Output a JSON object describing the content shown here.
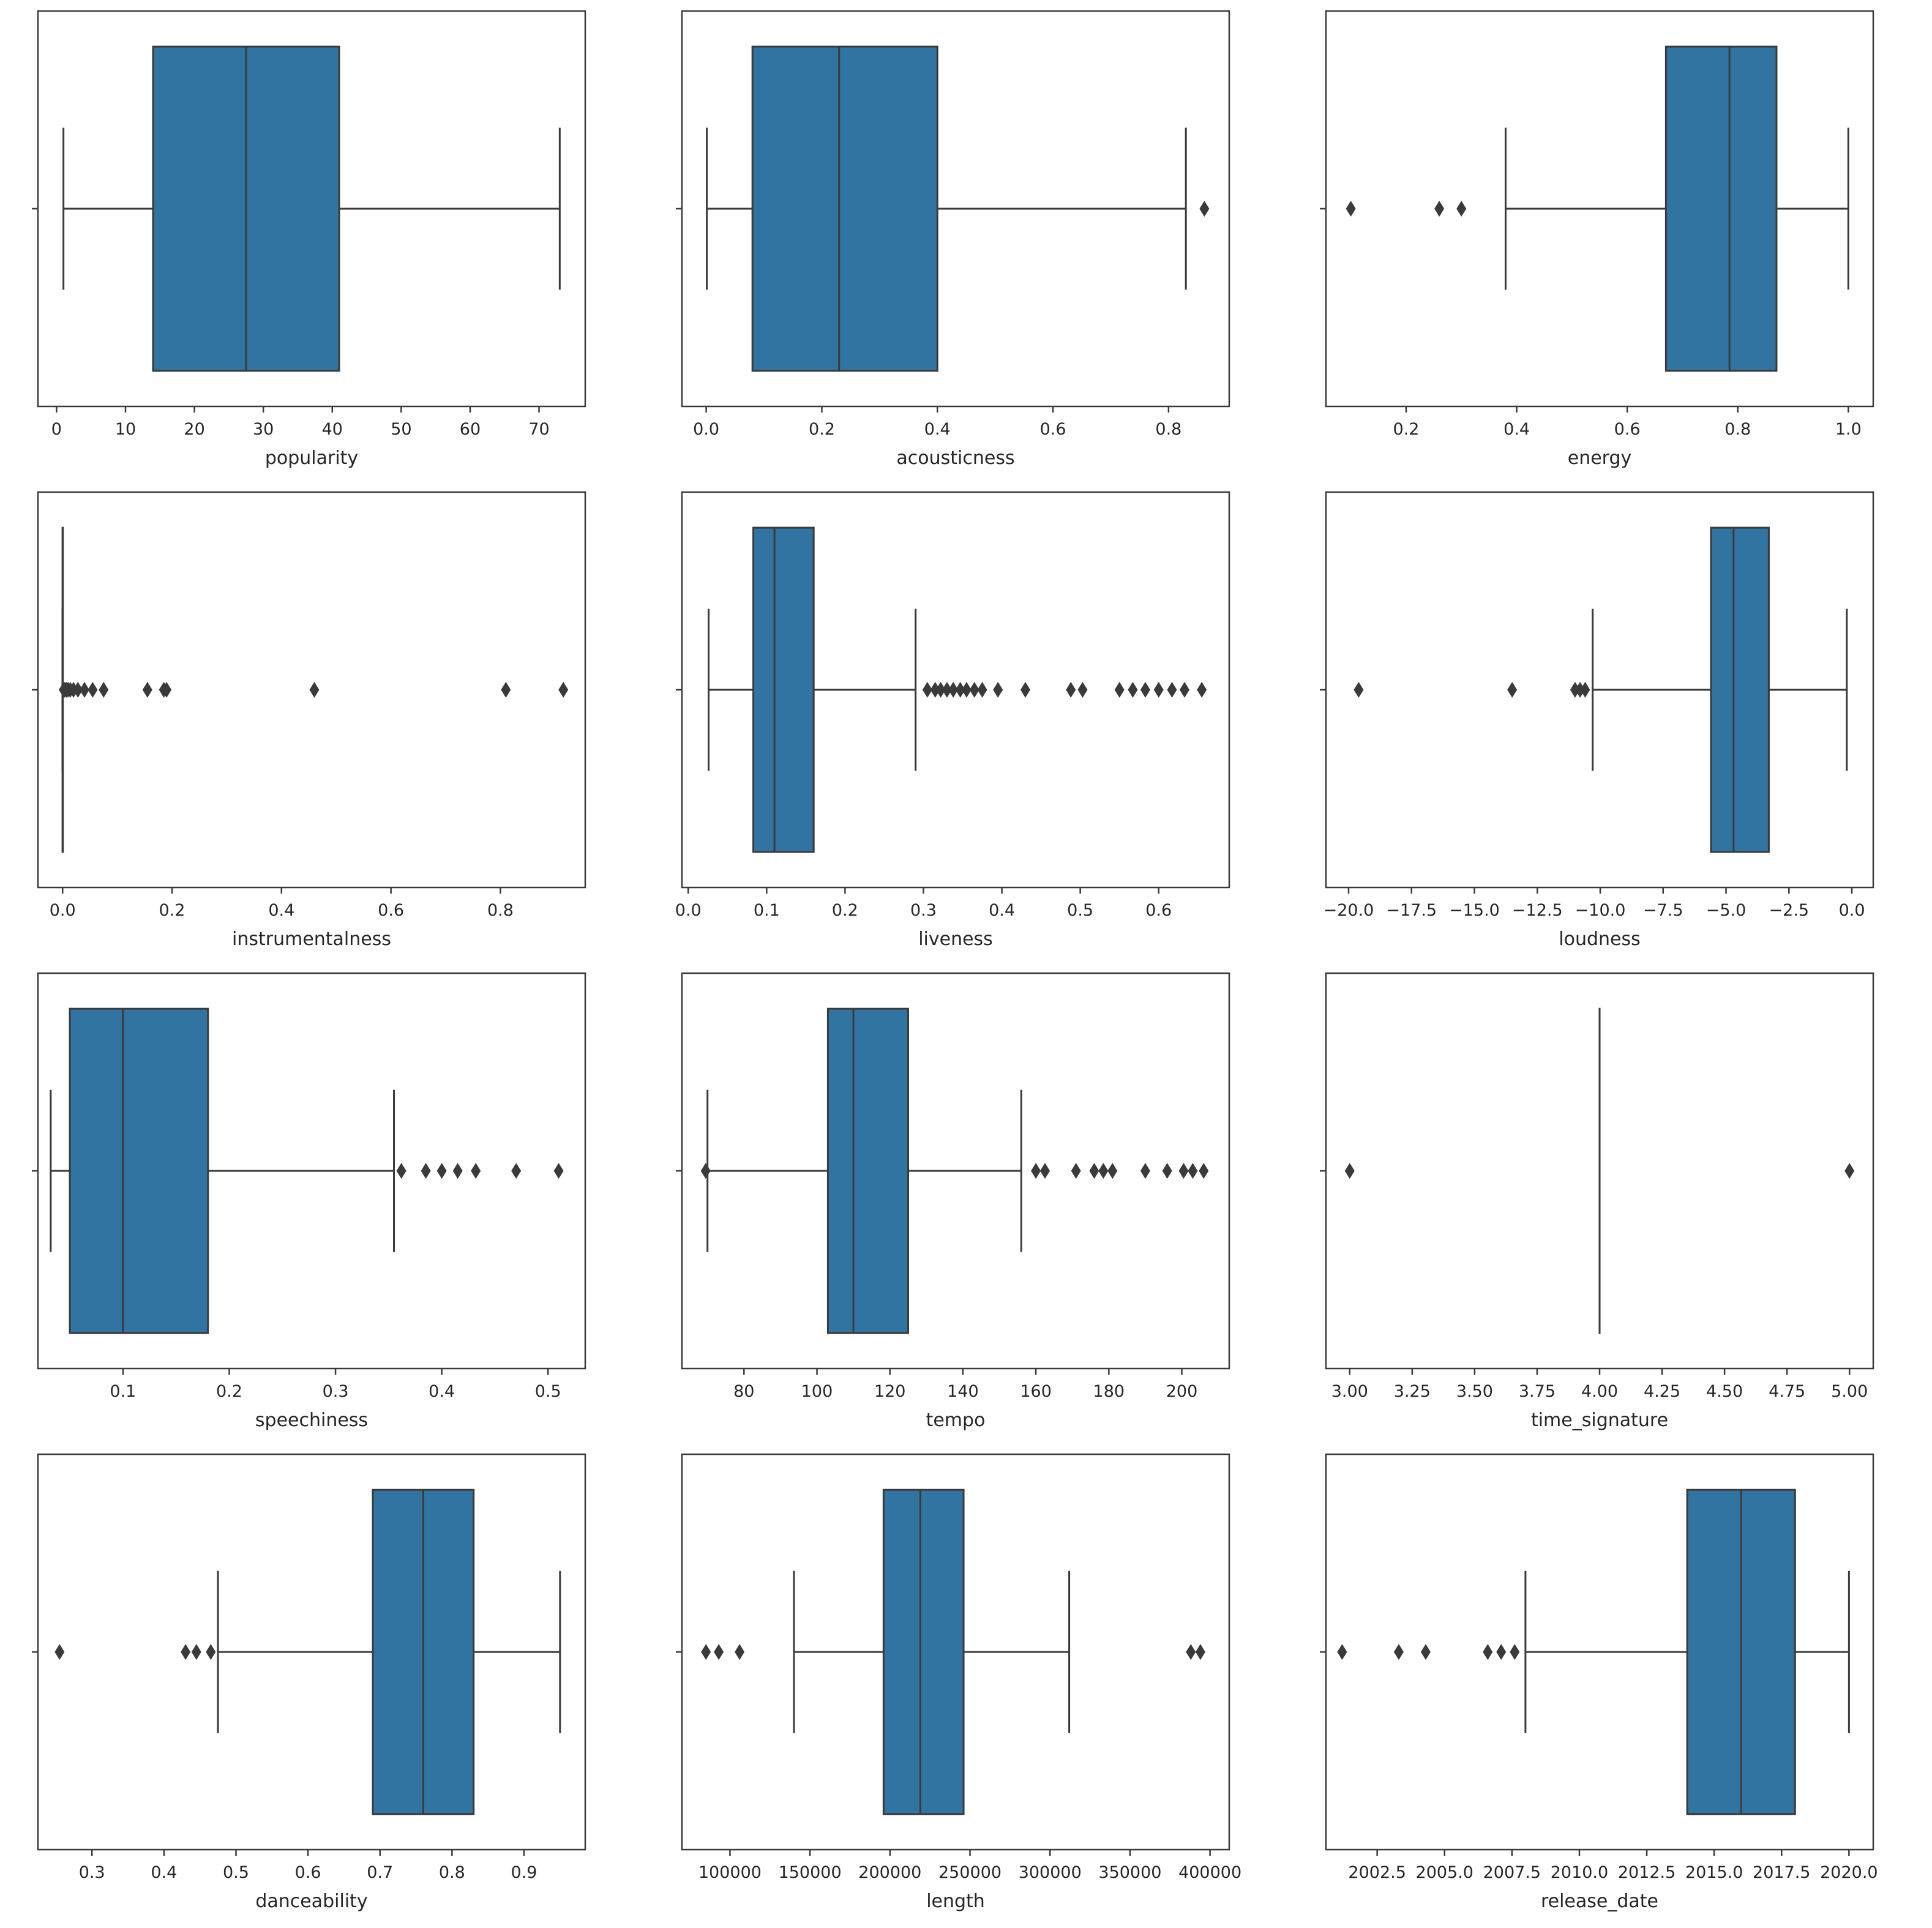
{
  "figure": {
    "rows": 4,
    "cols": 3,
    "box_fill": "#3274A1",
    "line_color": "#3A3A3A",
    "text_color": "#262626",
    "background": "#FFFFFF"
  },
  "chart_data": [
    {
      "type": "box",
      "xlabel": "popularity",
      "xlim": [
        -2.7,
        76.7
      ],
      "tick_values": [
        0,
        10,
        20,
        30,
        40,
        50,
        60,
        70
      ],
      "tick_labels": [
        "0",
        "10",
        "20",
        "30",
        "40",
        "50",
        "60",
        "70"
      ],
      "stats": {
        "whisker_low": 1,
        "q1": 14,
        "median": 27.5,
        "q3": 41,
        "whisker_high": 73
      },
      "outliers": []
    },
    {
      "type": "box",
      "xlabel": "acousticness",
      "xlim": [
        -0.042,
        0.905
      ],
      "tick_values": [
        0.0,
        0.2,
        0.4,
        0.6,
        0.8
      ],
      "tick_labels": [
        "0.0",
        "0.2",
        "0.4",
        "0.6",
        "0.8"
      ],
      "stats": {
        "whisker_low": 0.001,
        "q1": 0.08,
        "median": 0.23,
        "q3": 0.4,
        "whisker_high": 0.83
      },
      "outliers": [
        0.862
      ]
    },
    {
      "type": "box",
      "xlabel": "energy",
      "xlim": [
        0.055,
        1.045
      ],
      "tick_values": [
        0.2,
        0.4,
        0.6,
        0.8,
        1.0
      ],
      "tick_labels": [
        "0.2",
        "0.4",
        "0.6",
        "0.8",
        "1.0"
      ],
      "stats": {
        "whisker_low": 0.38,
        "q1": 0.67,
        "median": 0.785,
        "q3": 0.87,
        "whisker_high": 1.0
      },
      "outliers": [
        0.1,
        0.26,
        0.3
      ]
    },
    {
      "type": "box",
      "xlabel": "instrumentalness",
      "xlim": [
        -0.045,
        0.955
      ],
      "tick_values": [
        0.0,
        0.2,
        0.4,
        0.6,
        0.8
      ],
      "tick_labels": [
        "0.0",
        "0.2",
        "0.4",
        "0.6",
        "0.8"
      ],
      "stats": {
        "whisker_low": 0.0,
        "q1": 0.0,
        "median": 0.0,
        "q3": 0.0005,
        "whisker_high": 0.0
      },
      "outliers": [
        0.002,
        0.004,
        0.007,
        0.01,
        0.014,
        0.02,
        0.028,
        0.04,
        0.055,
        0.075,
        0.155,
        0.185,
        0.19,
        0.46,
        0.81,
        0.915
      ]
    },
    {
      "type": "box",
      "xlabel": "liveness",
      "xlim": [
        -0.008,
        0.69
      ],
      "tick_values": [
        0.0,
        0.1,
        0.2,
        0.3,
        0.4,
        0.5,
        0.6
      ],
      "tick_labels": [
        "0.0",
        "0.1",
        "0.2",
        "0.3",
        "0.4",
        "0.5",
        "0.6"
      ],
      "stats": {
        "whisker_low": 0.026,
        "q1": 0.083,
        "median": 0.11,
        "q3": 0.16,
        "whisker_high": 0.29
      },
      "outliers": [
        0.305,
        0.315,
        0.322,
        0.33,
        0.338,
        0.347,
        0.355,
        0.365,
        0.375,
        0.395,
        0.43,
        0.488,
        0.503,
        0.55,
        0.567,
        0.583,
        0.6,
        0.617,
        0.633,
        0.655
      ]
    },
    {
      "type": "box",
      "xlabel": "loudness",
      "xlim": [
        -20.9,
        0.85
      ],
      "tick_values": [
        -20.0,
        -17.5,
        -15.0,
        -12.5,
        -10.0,
        -7.5,
        -5.0,
        -2.5,
        0.0
      ],
      "tick_labels": [
        "−20.0",
        "−17.5",
        "−15.0",
        "−12.5",
        "−10.0",
        "−7.5",
        "−5.0",
        "−2.5",
        "0.0"
      ],
      "stats": {
        "whisker_low": -10.3,
        "q1": -5.6,
        "median": -4.7,
        "q3": -3.3,
        "whisker_high": -0.2
      },
      "outliers": [
        -19.6,
        -13.5,
        -11.0,
        -10.8,
        -10.6
      ]
    },
    {
      "type": "box",
      "xlabel": "speechiness",
      "xlim": [
        0.02,
        0.535
      ],
      "tick_values": [
        0.1,
        0.2,
        0.3,
        0.4,
        0.5
      ],
      "tick_labels": [
        "0.1",
        "0.2",
        "0.3",
        "0.4",
        "0.5"
      ],
      "stats": {
        "whisker_low": 0.032,
        "q1": 0.05,
        "median": 0.1,
        "q3": 0.18,
        "whisker_high": 0.355
      },
      "outliers": [
        0.362,
        0.385,
        0.4,
        0.415,
        0.432,
        0.47,
        0.51
      ]
    },
    {
      "type": "box",
      "xlabel": "tempo",
      "xlim": [
        63,
        213
      ],
      "tick_values": [
        80,
        100,
        120,
        140,
        160,
        180,
        200
      ],
      "tick_labels": [
        "80",
        "100",
        "120",
        "140",
        "160",
        "180",
        "200"
      ],
      "stats": {
        "whisker_low": 70,
        "q1": 103,
        "median": 110,
        "q3": 125,
        "whisker_high": 156
      },
      "outliers": [
        69.5,
        160,
        162.5,
        171,
        176,
        178.5,
        181,
        190,
        196,
        200.5,
        203,
        206
      ]
    },
    {
      "type": "box",
      "xlabel": "time_signature",
      "xlim": [
        2.905,
        5.095
      ],
      "tick_values": [
        3.0,
        3.25,
        3.5,
        3.75,
        4.0,
        4.25,
        4.5,
        4.75,
        5.0
      ],
      "tick_labels": [
        "3.00",
        "3.25",
        "3.50",
        "3.75",
        "4.00",
        "4.25",
        "4.50",
        "4.75",
        "5.00"
      ],
      "stats": {
        "whisker_low": 4.0,
        "q1": 4.0,
        "median": 4.0,
        "q3": 4.0,
        "whisker_high": 4.0
      },
      "outliers": [
        3.0,
        5.0
      ]
    },
    {
      "type": "box",
      "xlabel": "danceability",
      "xlim": [
        0.225,
        0.985
      ],
      "tick_values": [
        0.3,
        0.4,
        0.5,
        0.6,
        0.7,
        0.8,
        0.9
      ],
      "tick_labels": [
        "0.3",
        "0.4",
        "0.5",
        "0.6",
        "0.7",
        "0.8",
        "0.9"
      ],
      "stats": {
        "whisker_low": 0.475,
        "q1": 0.69,
        "median": 0.76,
        "q3": 0.83,
        "whisker_high": 0.95
      },
      "outliers": [
        0.255,
        0.43,
        0.445,
        0.465
      ]
    },
    {
      "type": "box",
      "xlabel": "length",
      "xlim": [
        70000,
        412000
      ],
      "tick_values": [
        100000,
        150000,
        200000,
        250000,
        300000,
        350000,
        400000
      ],
      "tick_labels": [
        "100000",
        "150000",
        "200000",
        "250000",
        "300000",
        "350000",
        "400000"
      ],
      "stats": {
        "whisker_low": 140000,
        "q1": 196000,
        "median": 219000,
        "q3": 246000,
        "whisker_high": 312000
      },
      "outliers": [
        85000,
        93000,
        106000,
        388000,
        394000
      ]
    },
    {
      "type": "box",
      "xlabel": "release_date",
      "xlim": [
        2000.6,
        2020.9
      ],
      "tick_values": [
        2002.5,
        2005.0,
        2007.5,
        2010.0,
        2012.5,
        2015.0,
        2017.5,
        2020.0
      ],
      "tick_labels": [
        "2002.5",
        "2005.0",
        "2007.5",
        "2010.0",
        "2012.5",
        "2015.0",
        "2017.5",
        "2020.0"
      ],
      "stats": {
        "whisker_low": 2008,
        "q1": 2014,
        "median": 2016,
        "q3": 2018,
        "whisker_high": 2020
      },
      "outliers": [
        2001.2,
        2003.3,
        2004.3,
        2006.6,
        2007.1,
        2007.6
      ]
    }
  ]
}
